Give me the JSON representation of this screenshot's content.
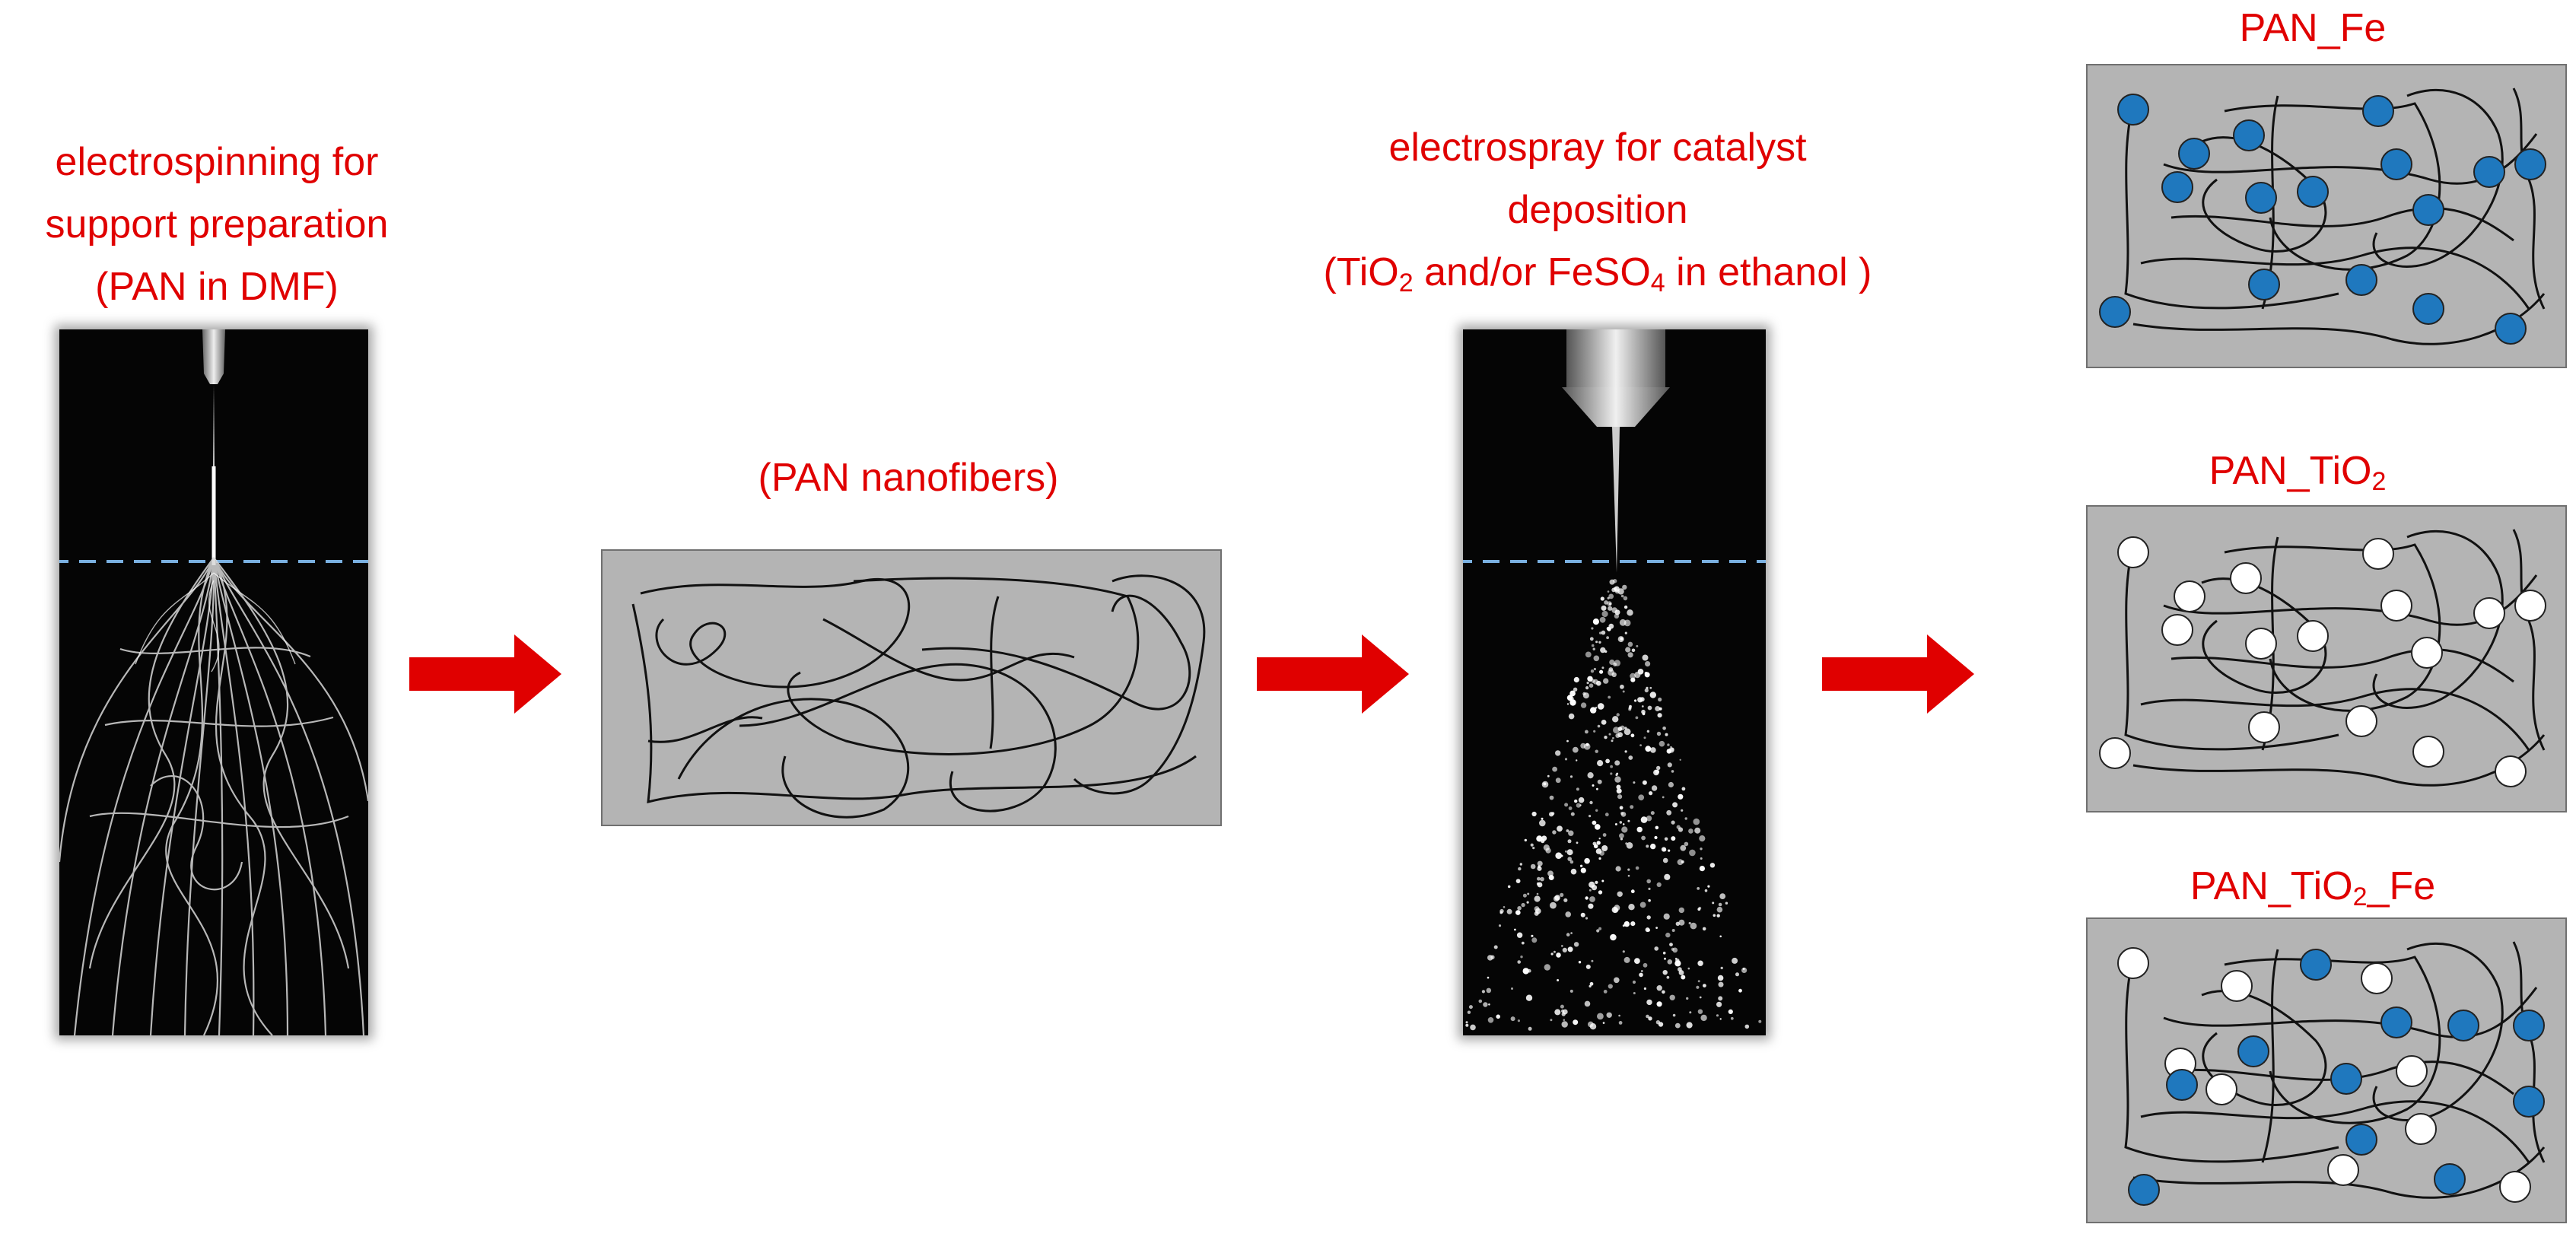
{
  "electrospinning": {
    "line1": "electrospinning for",
    "line2": "support preparation",
    "line3": "(PAN in DMF)"
  },
  "nanofibers": {
    "label": "(PAN nanofibers)"
  },
  "electrospray": {
    "line1": "electrospray for catalyst",
    "line2": "deposition",
    "line3_a": "(TiO",
    "line3_sub1": "2",
    "line3_b": " and/or FeSO",
    "line3_sub2": "4",
    "line3_c": " in ethanol )"
  },
  "results": {
    "fe": {
      "label": "PAN_Fe"
    },
    "tio2": {
      "label_a": "PAN_TiO",
      "label_sub": "2"
    },
    "tio2_fe": {
      "label_a": "PAN_TiO",
      "label_sub": "2",
      "label_b": "_Fe"
    }
  },
  "colors": {
    "label": "#e00000",
    "arrow": "#e00000",
    "panel": "#b4b4b4",
    "fe_particle": "#1f78be",
    "tio2_particle": "#ffffff",
    "dashed_line": "#7ab0e0"
  }
}
